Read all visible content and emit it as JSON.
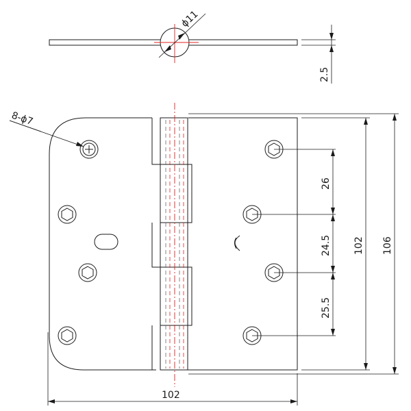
{
  "dimensions": {
    "pin_diameter": "ϕ11",
    "leaf_thickness": "2.5",
    "hole_spec": "8-ϕ7",
    "hole_spacing_1": "26",
    "hole_spacing_2": "24.5",
    "hole_spacing_3": "25.5",
    "inner_height": "102",
    "overall_height": "106",
    "overall_width": "102"
  }
}
